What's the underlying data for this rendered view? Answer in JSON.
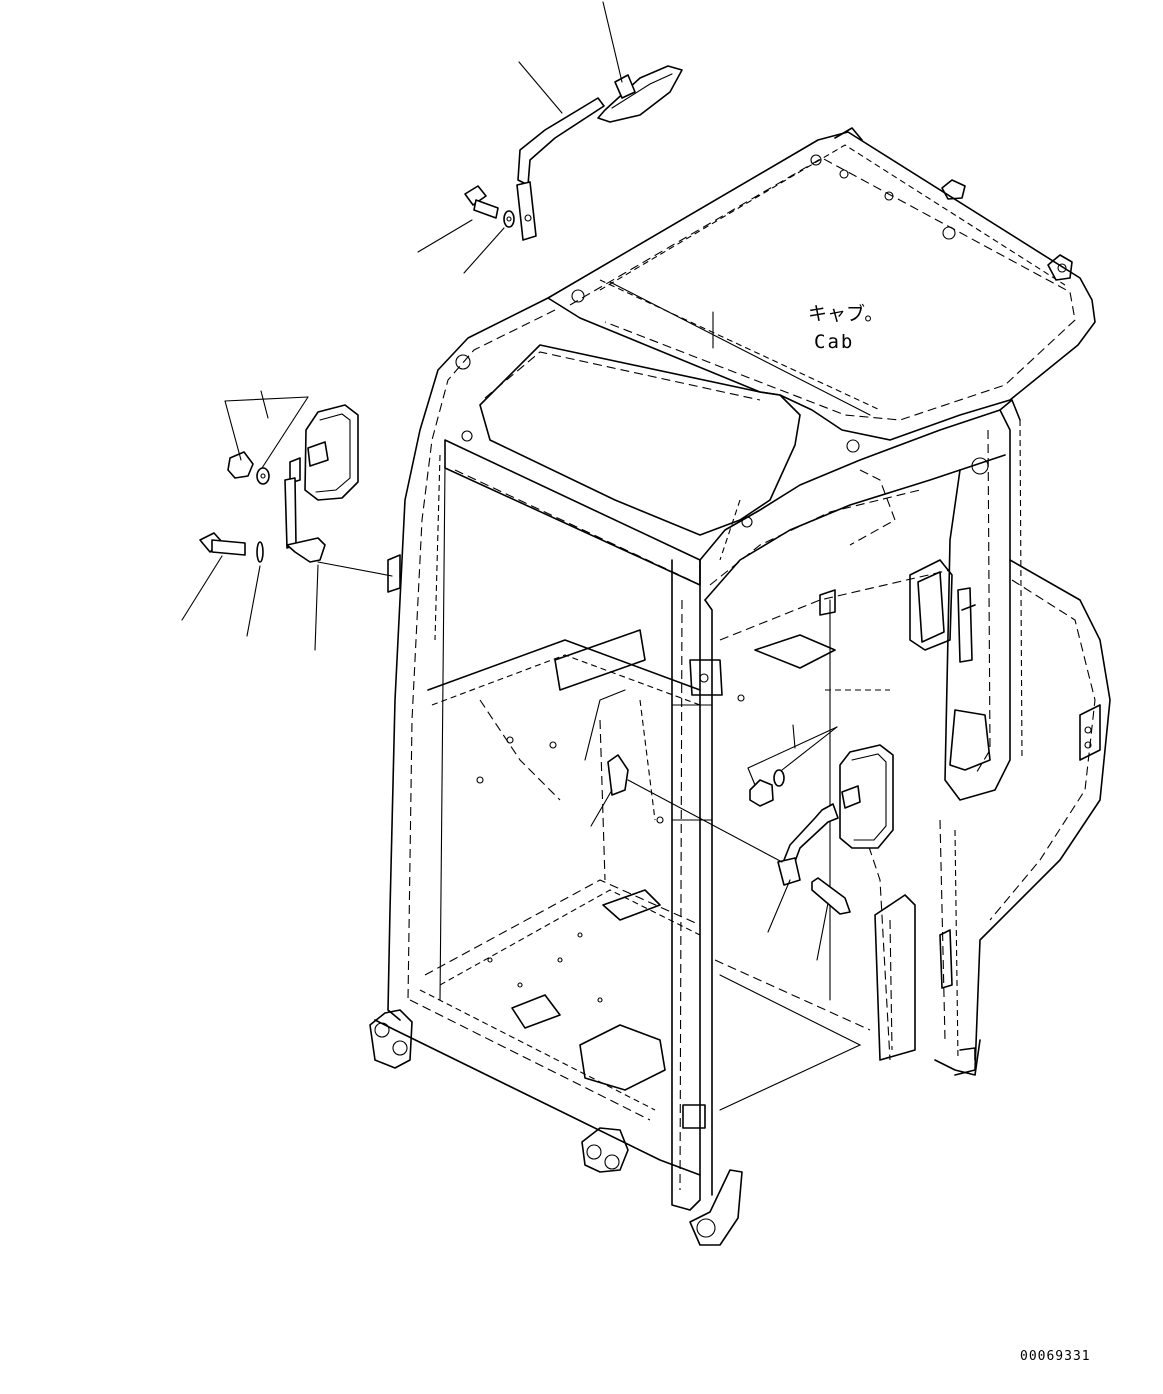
{
  "diagram": {
    "cab_label_jp": "キャブ。",
    "cab_label_en": "Cab",
    "drawing_id": "00069331"
  }
}
